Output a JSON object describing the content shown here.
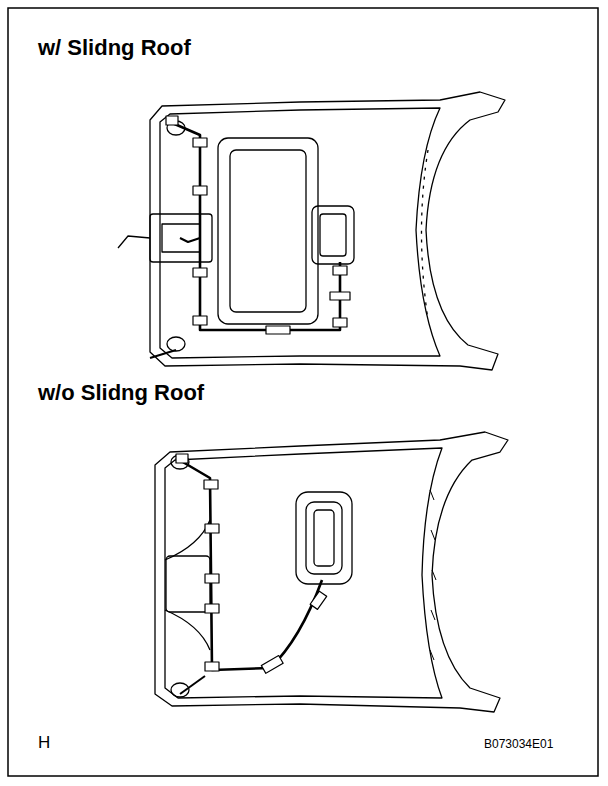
{
  "diagram": {
    "labels": [
      "w/ Slidng Roof",
      "w/o Slidng Roof",
      "H",
      "B073034E01"
    ]
  }
}
